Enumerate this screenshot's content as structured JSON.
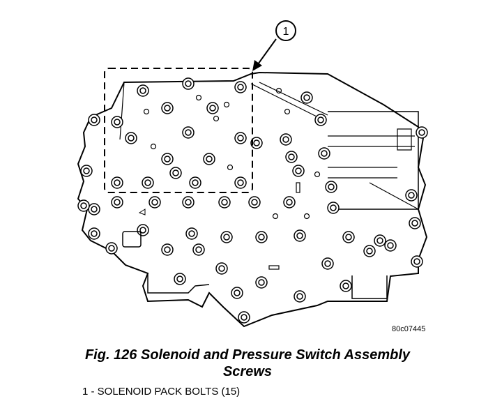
{
  "callout_number": "1",
  "figure_code": "80c07445",
  "caption": {
    "line1": "Fig. 126 Solenoid and Pressure Switch Assembly",
    "line2": "Screws"
  },
  "legend": [
    {
      "text": "1 - SOLENOID PACK BOLTS (15)"
    }
  ]
}
